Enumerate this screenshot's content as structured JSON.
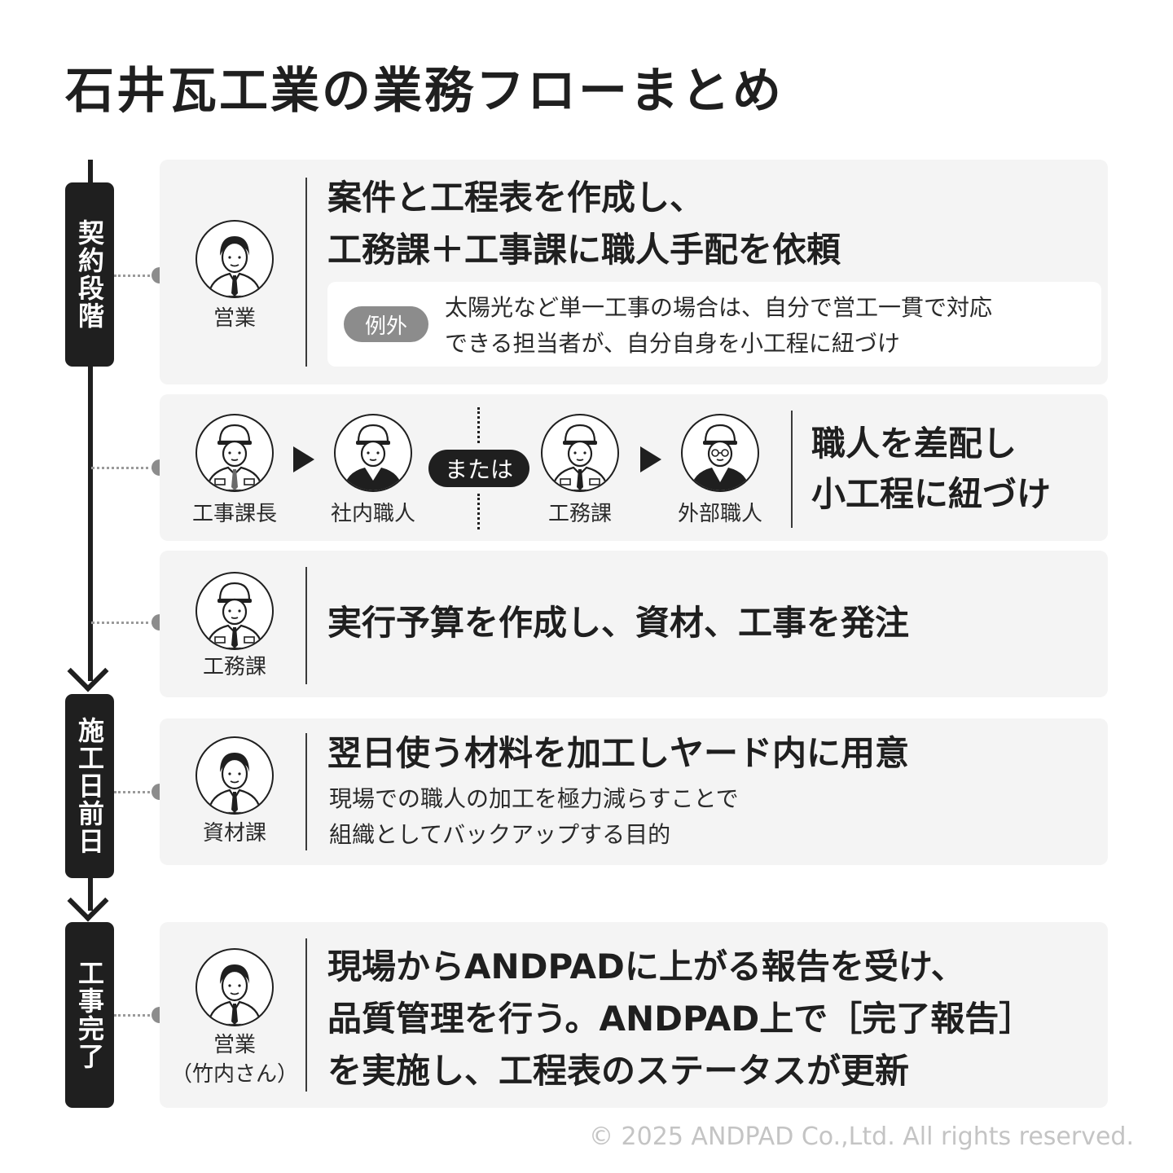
{
  "title": "石井瓦工業の業務フローまとめ",
  "stages": [
    {
      "label": "契約段階"
    },
    {
      "label": "施工日前日"
    },
    {
      "label": "工事完了"
    }
  ],
  "rows": [
    {
      "person": "営業",
      "heading_lines": [
        "案件と工程表を作成し、",
        "工務課＋工事課に職人手配を依頼"
      ],
      "exception": {
        "badge": "例外",
        "lines": [
          "太陽光など単一工事の場合は、自分で営工一貫で対応",
          "できる担当者が、自分自身を小工程に紐づけ"
        ]
      }
    },
    {
      "people": [
        "工事課長",
        "社内職人",
        "工務課",
        "外部職人"
      ],
      "or_label": "または",
      "heading_lines": [
        "職人を差配し",
        "小工程に紐づけ"
      ]
    },
    {
      "person": "工務課",
      "heading_lines": [
        "実行予算を作成し、資材、工事を発注"
      ]
    },
    {
      "person": "資材課",
      "heading_lines": [
        "翌日使う材料を加工しヤード内に用意"
      ],
      "sub_lines": [
        "現場での職人の加工を極力減らすことで",
        "組織としてバックアップする目的"
      ]
    },
    {
      "person": "営業",
      "person_sub": "（竹内さん）",
      "heading_lines": [
        "現場からANDPADに上がる報告を受け、",
        "品質管理を行う。ANDPAD上で［完了報告］",
        "を実施し、工程表のステータスが更新"
      ]
    }
  ],
  "footer": "© 2025 ANDPAD Co.,Ltd. All rights reserved."
}
